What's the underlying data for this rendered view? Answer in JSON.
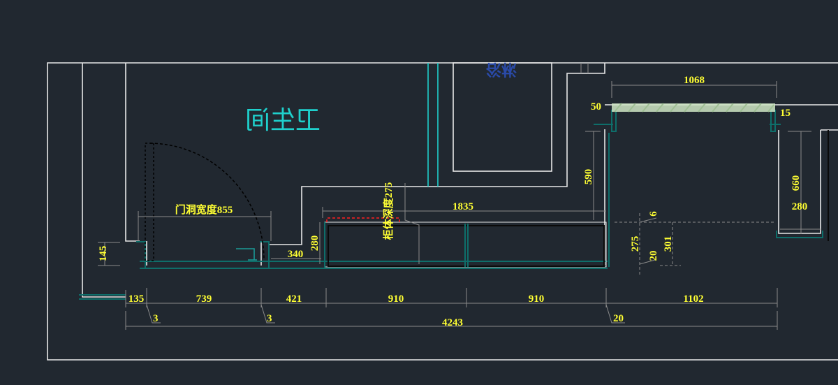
{
  "drawing": {
    "room_label": "卫生间",
    "shower_label": "淋浴",
    "door_opening_label": "门洞宽度855",
    "cabinet_depth_label": "柜体深度275",
    "colors": {
      "background": "#212830",
      "wall": "#e8e8e8",
      "dimension_text": "#ffff33",
      "teal": "#1fd0cc",
      "glass": "#cfe6c4",
      "marker": "#ff2020"
    },
    "dimensions": {
      "d1068": "1068",
      "d50": "50",
      "d15": "15",
      "d590": "590",
      "d660": "660",
      "d280r": "280",
      "d1835": "1835",
      "d6": "6",
      "d275": "275",
      "d20r": "20",
      "d301": "301",
      "d145": "145",
      "d340": "340",
      "d280l": "280",
      "d135": "135",
      "d739": "739",
      "d421": "421",
      "d910a": "910",
      "d910b": "910",
      "d1102": "1102",
      "d3a": "3",
      "d3b": "3",
      "d20b": "20",
      "d4243": "4243"
    }
  }
}
